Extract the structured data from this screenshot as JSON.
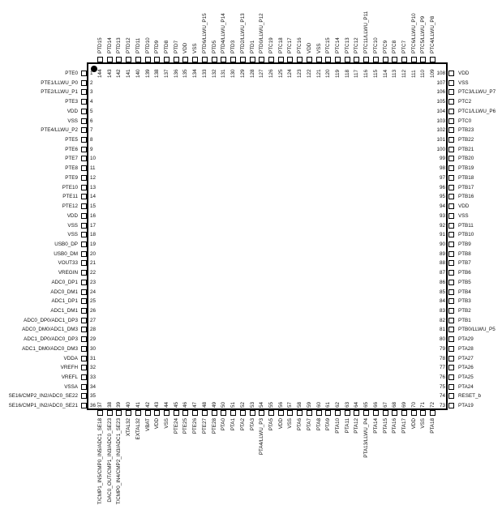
{
  "diagram": {
    "type": "ic-pinout",
    "package_pins": 144,
    "pin1_marker": "dot",
    "left": [
      {
        "num": "1",
        "name": "PTE0"
      },
      {
        "num": "2",
        "name": "PTE1/LLWU_P0"
      },
      {
        "num": "3",
        "name": "PTE2/LLWU_P1"
      },
      {
        "num": "4",
        "name": "PTE3"
      },
      {
        "num": "5",
        "name": "VDD"
      },
      {
        "num": "6",
        "name": "VSS"
      },
      {
        "num": "7",
        "name": "PTE4/LLWU_P2"
      },
      {
        "num": "8",
        "name": "PTE5"
      },
      {
        "num": "9",
        "name": "PTE6"
      },
      {
        "num": "10",
        "name": "PTE7"
      },
      {
        "num": "11",
        "name": "PTE8"
      },
      {
        "num": "12",
        "name": "PTE9"
      },
      {
        "num": "13",
        "name": "PTE10"
      },
      {
        "num": "14",
        "name": "PTE11"
      },
      {
        "num": "15",
        "name": "PTE12"
      },
      {
        "num": "16",
        "name": "VDD"
      },
      {
        "num": "17",
        "name": "VSS"
      },
      {
        "num": "18",
        "name": "VSS"
      },
      {
        "num": "19",
        "name": "USB0_DP"
      },
      {
        "num": "20",
        "name": "USB0_DM"
      },
      {
        "num": "21",
        "name": "VOUT33"
      },
      {
        "num": "22",
        "name": "VREGIN"
      },
      {
        "num": "23",
        "name": "ADC0_DP1"
      },
      {
        "num": "24",
        "name": "ADC0_DM1"
      },
      {
        "num": "25",
        "name": "ADC1_DP1"
      },
      {
        "num": "26",
        "name": "ADC1_DM1"
      },
      {
        "num": "27",
        "name": "ADC0_DP0/ADC1_DP3"
      },
      {
        "num": "28",
        "name": "ADC0_DM0/ADC1_DM3"
      },
      {
        "num": "29",
        "name": "ADC1_DP0/ADC0_DP3"
      },
      {
        "num": "30",
        "name": "ADC1_DM0/ADC0_DM3"
      },
      {
        "num": "31",
        "name": "VDDA"
      },
      {
        "num": "32",
        "name": "VREFH"
      },
      {
        "num": "33",
        "name": "VREFL"
      },
      {
        "num": "34",
        "name": "VSSA"
      },
      {
        "num": "35",
        "name": "SE16/CMP2_IN2/ADC0_SE22"
      },
      {
        "num": "36",
        "name": "SE16/CMP1_IN2/ADC0_SE21"
      }
    ],
    "bottom": [
      {
        "num": "37",
        "name": "T/CMP1_IN5/CMP0_IN5/ADC1_SE18"
      },
      {
        "num": "38",
        "name": "DAC0_OUT/CMP1_IN3/ADC0_SE23"
      },
      {
        "num": "39",
        "name": "T/CMP0_IN4/CMP2_IN3/ADC1_SE23"
      },
      {
        "num": "40",
        "name": "XTAL32"
      },
      {
        "num": "41",
        "name": "EXTAL32"
      },
      {
        "num": "42",
        "name": "VBAT"
      },
      {
        "num": "43",
        "name": "VDD"
      },
      {
        "num": "44",
        "name": "VSS"
      },
      {
        "num": "45",
        "name": "PTE24"
      },
      {
        "num": "46",
        "name": "PTE25"
      },
      {
        "num": "47",
        "name": "PTE26"
      },
      {
        "num": "48",
        "name": "PTE27"
      },
      {
        "num": "49",
        "name": "PTE28"
      },
      {
        "num": "50",
        "name": "PTA0"
      },
      {
        "num": "51",
        "name": "PTA1"
      },
      {
        "num": "52",
        "name": "PTA2"
      },
      {
        "num": "53",
        "name": "PTA3"
      },
      {
        "num": "54",
        "name": "PTA4/LLWU_P3"
      },
      {
        "num": "55",
        "name": "PTA5"
      },
      {
        "num": "56",
        "name": "VDD"
      },
      {
        "num": "57",
        "name": "VSS"
      },
      {
        "num": "58",
        "name": "PTA6"
      },
      {
        "num": "59",
        "name": "PTA7"
      },
      {
        "num": "60",
        "name": "PTA8"
      },
      {
        "num": "61",
        "name": "PTA9"
      },
      {
        "num": "62",
        "name": "PTA10"
      },
      {
        "num": "63",
        "name": "PTA11"
      },
      {
        "num": "64",
        "name": "PTA12"
      },
      {
        "num": "65",
        "name": "PTA13/LLWU_P4"
      },
      {
        "num": "66",
        "name": "PTA14"
      },
      {
        "num": "67",
        "name": "PTA15"
      },
      {
        "num": "68",
        "name": "PTA16"
      },
      {
        "num": "69",
        "name": "PTA17"
      },
      {
        "num": "70",
        "name": "VDD"
      },
      {
        "num": "71",
        "name": "VSS"
      },
      {
        "num": "72",
        "name": "PTA18"
      }
    ],
    "right": [
      {
        "num": "108",
        "name": "VDD"
      },
      {
        "num": "107",
        "name": "VSS"
      },
      {
        "num": "106",
        "name": "PTC3/LLWU_P7"
      },
      {
        "num": "105",
        "name": "PTC2"
      },
      {
        "num": "104",
        "name": "PTC1/LLWU_P6"
      },
      {
        "num": "103",
        "name": "PTC0"
      },
      {
        "num": "102",
        "name": "PTB23"
      },
      {
        "num": "101",
        "name": "PTB22"
      },
      {
        "num": "100",
        "name": "PTB21"
      },
      {
        "num": "99",
        "name": "PTB20"
      },
      {
        "num": "98",
        "name": "PTB19"
      },
      {
        "num": "97",
        "name": "PTB18"
      },
      {
        "num": "96",
        "name": "PTB17"
      },
      {
        "num": "95",
        "name": "PTB16"
      },
      {
        "num": "94",
        "name": "VDD"
      },
      {
        "num": "93",
        "name": "VSS"
      },
      {
        "num": "92",
        "name": "PTB11"
      },
      {
        "num": "91",
        "name": "PTB10"
      },
      {
        "num": "90",
        "name": "PTB9"
      },
      {
        "num": "89",
        "name": "PTB8"
      },
      {
        "num": "88",
        "name": "PTB7"
      },
      {
        "num": "87",
        "name": "PTB6"
      },
      {
        "num": "86",
        "name": "PTB5"
      },
      {
        "num": "85",
        "name": "PTB4"
      },
      {
        "num": "84",
        "name": "PTB3"
      },
      {
        "num": "83",
        "name": "PTB2"
      },
      {
        "num": "82",
        "name": "PTB1"
      },
      {
        "num": "81",
        "name": "PTB0/LLWU_P5"
      },
      {
        "num": "80",
        "name": "PTA29"
      },
      {
        "num": "79",
        "name": "PTA28"
      },
      {
        "num": "78",
        "name": "PTA27"
      },
      {
        "num": "77",
        "name": "PTA26"
      },
      {
        "num": "76",
        "name": "PTA25"
      },
      {
        "num": "75",
        "name": "PTA24"
      },
      {
        "num": "74",
        "name": "RESET_b"
      },
      {
        "num": "73",
        "name": "PTA19"
      }
    ],
    "top": [
      {
        "num": "144",
        "name": "PTD15"
      },
      {
        "num": "143",
        "name": "PTD14"
      },
      {
        "num": "142",
        "name": "PTD13"
      },
      {
        "num": "141",
        "name": "PTD12"
      },
      {
        "num": "140",
        "name": "PTD11"
      },
      {
        "num": "139",
        "name": "PTD10"
      },
      {
        "num": "138",
        "name": "PTD9"
      },
      {
        "num": "137",
        "name": "PTD8"
      },
      {
        "num": "136",
        "name": "PTD7"
      },
      {
        "num": "135",
        "name": "VDD"
      },
      {
        "num": "134",
        "name": "VSS"
      },
      {
        "num": "133",
        "name": "PTD6/LLWU_P15"
      },
      {
        "num": "132",
        "name": "PTD5"
      },
      {
        "num": "131",
        "name": "PTD4/LLWU_P14"
      },
      {
        "num": "130",
        "name": "PTD3"
      },
      {
        "num": "129",
        "name": "PTD2/LLWU_P13"
      },
      {
        "num": "128",
        "name": "PTD1"
      },
      {
        "num": "127",
        "name": "PTD0/LLWU_P12"
      },
      {
        "num": "126",
        "name": "PTC19"
      },
      {
        "num": "125",
        "name": "PTC18"
      },
      {
        "num": "124",
        "name": "PTC17"
      },
      {
        "num": "123",
        "name": "PTC16"
      },
      {
        "num": "122",
        "name": "VDD"
      },
      {
        "num": "121",
        "name": "VSS"
      },
      {
        "num": "120",
        "name": "PTC15"
      },
      {
        "num": "119",
        "name": "PTC14"
      },
      {
        "num": "118",
        "name": "PTC13"
      },
      {
        "num": "117",
        "name": "PTC12"
      },
      {
        "num": "116",
        "name": "PTC11/LLWU_P11"
      },
      {
        "num": "115",
        "name": "PTC10"
      },
      {
        "num": "114",
        "name": "PTC9"
      },
      {
        "num": "113",
        "name": "PTC8"
      },
      {
        "num": "112",
        "name": "PTC7"
      },
      {
        "num": "111",
        "name": "PTC6/LLWU_P10"
      },
      {
        "num": "110",
        "name": "PTC5/LLWU_P9"
      },
      {
        "num": "109",
        "name": "PTC4/LLWU_P8"
      }
    ]
  }
}
